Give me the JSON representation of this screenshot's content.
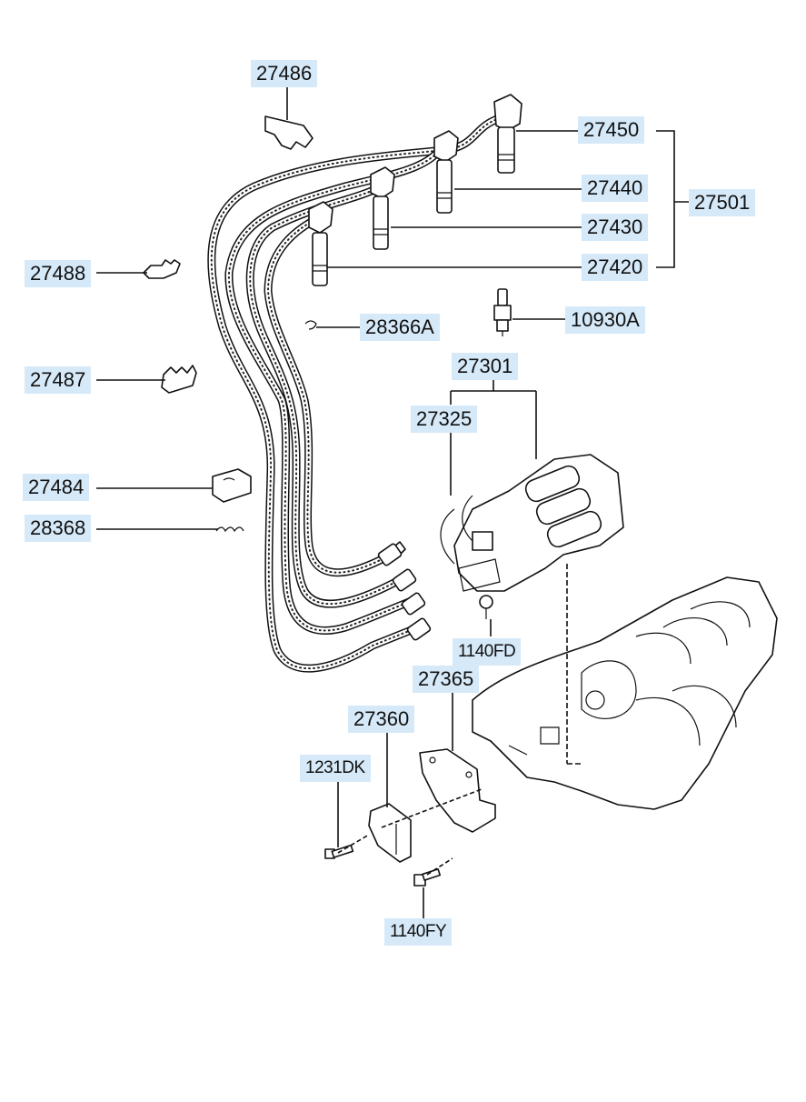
{
  "parts": {
    "p27486": "27486",
    "p27488": "27488",
    "p27487": "27487",
    "p27484": "27484",
    "p28368": "28368",
    "p28366A": "28366A",
    "p27450": "27450",
    "p27440": "27440",
    "p27430": "27430",
    "p27420": "27420",
    "p27501": "27501",
    "p10930A": "10930A",
    "p27301": "27301",
    "p27325": "27325",
    "p1140FD": "1140FD",
    "p27365": "27365",
    "p27360": "27360",
    "p1231DK": "1231DK",
    "p1140FY": "1140FY"
  },
  "colors": {
    "label_background": "#d6e9f8",
    "line_art": "#111111",
    "background": "#ffffff"
  },
  "icons": {
    "ignition_wire_set": "ignition-wire-set-icon",
    "spark_plug": "spark-plug-icon",
    "ignition_coil": "ignition-coil-icon",
    "intake_manifold": "intake-manifold-icon",
    "bracket": "bracket-icon",
    "bolt": "bolt-icon"
  }
}
